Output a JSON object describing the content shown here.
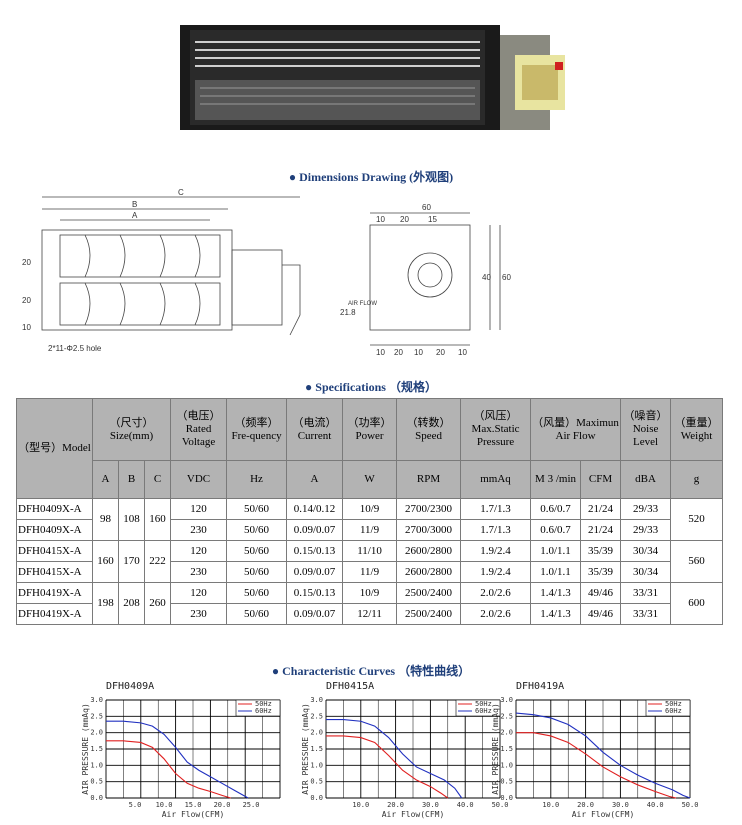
{
  "sections": {
    "dimensions_title": "● Dimensions Drawing (外观图)",
    "specifications_title": "● Specifications （规格）",
    "curves_title": "● Characteristic Curves （特性曲线）"
  },
  "drawing": {
    "labels": {
      "c": "C",
      "b": "B",
      "a": "A",
      "v20a": "20",
      "v20b": "20",
      "v10": "10",
      "hole": "2*11-Φ2.5 hole",
      "w60": "60",
      "w10a": "10",
      "w20": "20",
      "w15": "15",
      "h40": "40",
      "h60": "60",
      "h218": "21.8",
      "airflow": "AIR FLOW",
      "b10a": "10",
      "b20": "20",
      "b10b": "10",
      "b20b": "20",
      "b10c": "10"
    }
  },
  "spec_table": {
    "headers": {
      "model": "（型号）Model",
      "size": "（尺寸）Size(mm)",
      "voltage": "（电压）Rated Voltage",
      "freq": "（频率）Fre-quency",
      "current": "（电流）Current",
      "power": "（功率）Power",
      "speed": "（转数）Speed",
      "pressure": "（风压）Max.Static Pressure",
      "airflow": "（风量）Maximun Air Flow",
      "noise": "（噪音）Noise Level",
      "weight": "（重量）Weight",
      "A": "A",
      "B": "B",
      "C": "C",
      "vdc": "VDC",
      "hz": "Hz",
      "amp": "A",
      "w": "W",
      "rpm": "RPM",
      "mmaq": "mmAq",
      "m3": "M 3 /min",
      "cfm": "CFM",
      "dba": "dBA",
      "g": "g"
    },
    "rows": [
      {
        "model": "DFH0409X-A",
        "a": "98",
        "b": "108",
        "c": "160",
        "vdc": "120",
        "hz": "50/60",
        "amp": "0.14/0.12",
        "w": "10/9",
        "rpm": "2700/2300",
        "mmaq": "1.7/1.3",
        "m3": "0.6/0.7",
        "cfm": "21/24",
        "dba": "29/33",
        "g": "520"
      },
      {
        "model": "DFH0409X-A",
        "vdc": "230",
        "hz": "50/60",
        "amp": "0.09/0.07",
        "w": "11/9",
        "rpm": "2700/3000",
        "mmaq": "1.7/1.3",
        "m3": "0.6/0.7",
        "cfm": "21/24",
        "dba": "29/33"
      },
      {
        "model": "DFH0415X-A",
        "a": "160",
        "b": "170",
        "c": "222",
        "vdc": "120",
        "hz": "50/60",
        "amp": "0.15/0.13",
        "w": "11/10",
        "rpm": "2600/2800",
        "mmaq": "1.9/2.4",
        "m3": "1.0/1.1",
        "cfm": "35/39",
        "dba": "30/34",
        "g": "560"
      },
      {
        "model": "DFH0415X-A",
        "vdc": "230",
        "hz": "50/60",
        "amp": "0.09/0.07",
        "w": "11/9",
        "rpm": "2600/2800",
        "mmaq": "1.9/2.4",
        "m3": "1.0/1.1",
        "cfm": "35/39",
        "dba": "30/34"
      },
      {
        "model": "DFH0419X-A",
        "a": "198",
        "b": "208",
        "c": "260",
        "vdc": "120",
        "hz": "50/60",
        "amp": "0.15/0.13",
        "w": "10/9",
        "rpm": "2500/2400",
        "mmaq": "2.0/2.6",
        "m3": "1.4/1.3",
        "cfm": "49/46",
        "dba": "33/31",
        "g": "600"
      },
      {
        "model": "DFH0419X-A",
        "vdc": "230",
        "hz": "50/60",
        "amp": "0.09/0.07",
        "w": "12/11",
        "rpm": "2500/2400",
        "mmaq": "2.0/2.6",
        "m3": "1.4/1.3",
        "cfm": "49/46",
        "dba": "33/31"
      }
    ]
  },
  "colors": {
    "title_blue": "#1f3f7a",
    "header_gray": "#b3b3b3",
    "curve_50": "#e02020",
    "curve_60": "#2030c0"
  },
  "chart_data": [
    {
      "type": "line",
      "title": "DFH0409A",
      "xlabel": "Air Flow(CFM)",
      "ylabel": "AIR PRESSURE (mmAq)",
      "xlim": [
        0,
        30
      ],
      "ylim": [
        0,
        3.0
      ],
      "xticks": [
        "5.0",
        "10.0",
        "15.0",
        "20.0",
        "25.0"
      ],
      "yticks": [
        "0.0",
        "0.5",
        "1.0",
        "1.5",
        "2.0",
        "2.5",
        "3.0"
      ],
      "series": [
        {
          "name": "50Hz",
          "x": [
            0,
            3,
            6,
            8,
            10,
            12,
            14,
            16,
            18,
            20,
            21.5
          ],
          "y": [
            1.75,
            1.75,
            1.7,
            1.55,
            1.2,
            0.75,
            0.45,
            0.3,
            0.2,
            0.08,
            0
          ]
        },
        {
          "name": "60Hz",
          "x": [
            0,
            3,
            6,
            8,
            10,
            12,
            14,
            16,
            18,
            20,
            22,
            23.5,
            24.5
          ],
          "y": [
            2.35,
            2.35,
            2.3,
            2.2,
            1.95,
            1.55,
            1.1,
            0.85,
            0.65,
            0.45,
            0.25,
            0.1,
            0
          ]
        }
      ]
    },
    {
      "type": "line",
      "title": "DFH0415A",
      "xlabel": "Air Flow(CFM)",
      "ylabel": "AIR PRESSURE (mmAq)",
      "xlim": [
        0,
        50
      ],
      "ylim": [
        0,
        3.0
      ],
      "xticks": [
        "10.0",
        "20.0",
        "30.0",
        "40.0",
        "50.0"
      ],
      "yticks": [
        "0.0",
        "0.5",
        "1.0",
        "1.5",
        "2.0",
        "2.5",
        "3.0"
      ],
      "series": [
        {
          "name": "50Hz",
          "x": [
            0,
            5,
            10,
            14,
            18,
            22,
            26,
            30,
            33,
            35
          ],
          "y": [
            1.9,
            1.9,
            1.85,
            1.7,
            1.3,
            0.85,
            0.55,
            0.35,
            0.15,
            0
          ]
        },
        {
          "name": "60Hz",
          "x": [
            0,
            5,
            10,
            14,
            18,
            22,
            26,
            30,
            34,
            37,
            39
          ],
          "y": [
            2.4,
            2.4,
            2.35,
            2.2,
            1.85,
            1.35,
            0.95,
            0.75,
            0.55,
            0.3,
            0
          ]
        }
      ]
    },
    {
      "type": "line",
      "title": "DFH0419A",
      "xlabel": "Air Flow(CFM)",
      "ylabel": "AIR PRESSURE (mmAq)",
      "xlim": [
        0,
        50
      ],
      "ylim": [
        0,
        3.0
      ],
      "xticks": [
        "10.0",
        "20.0",
        "30.0",
        "40.0",
        "50.0"
      ],
      "yticks": [
        "0.0",
        "0.5",
        "1.0",
        "1.5",
        "2.0",
        "2.5",
        "3.0"
      ],
      "series": [
        {
          "name": "50Hz",
          "x": [
            0,
            5,
            10,
            15,
            20,
            25,
            30,
            35,
            40,
            44,
            46
          ],
          "y": [
            2.0,
            2.0,
            1.9,
            1.7,
            1.35,
            0.95,
            0.65,
            0.4,
            0.2,
            0.05,
            0
          ]
        },
        {
          "name": "60Hz",
          "x": [
            0,
            5,
            10,
            15,
            20,
            25,
            30,
            35,
            40,
            45,
            48,
            50
          ],
          "y": [
            2.6,
            2.55,
            2.45,
            2.25,
            1.9,
            1.4,
            1.0,
            0.7,
            0.45,
            0.25,
            0.08,
            0
          ]
        }
      ]
    }
  ]
}
